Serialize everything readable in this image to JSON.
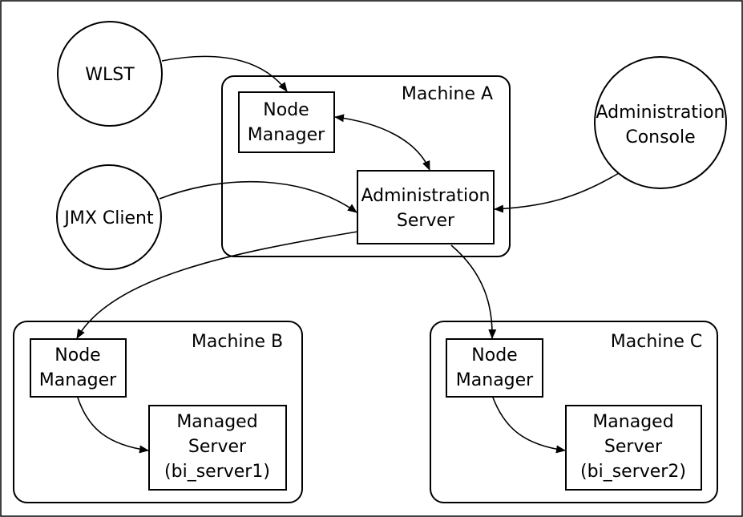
{
  "colors": {
    "line": "#000000",
    "background": "#ffffff"
  },
  "actors": {
    "wlst": "WLST",
    "jmx_client": "JMX Client",
    "admin_console": [
      "Administration",
      "Console"
    ]
  },
  "machine_a": {
    "label": "Machine A",
    "node_manager": [
      "Node",
      "Manager"
    ],
    "admin_server": [
      "Administration",
      "Server"
    ]
  },
  "machine_b": {
    "label": "Machine B",
    "node_manager": [
      "Node",
      "Manager"
    ],
    "managed_server": [
      "Managed",
      "Server",
      "(bi_server1)"
    ]
  },
  "machine_c": {
    "label": "Machine C",
    "node_manager": [
      "Node",
      "Manager"
    ],
    "managed_server": [
      "Managed",
      "Server",
      "(bi_server2)"
    ]
  }
}
